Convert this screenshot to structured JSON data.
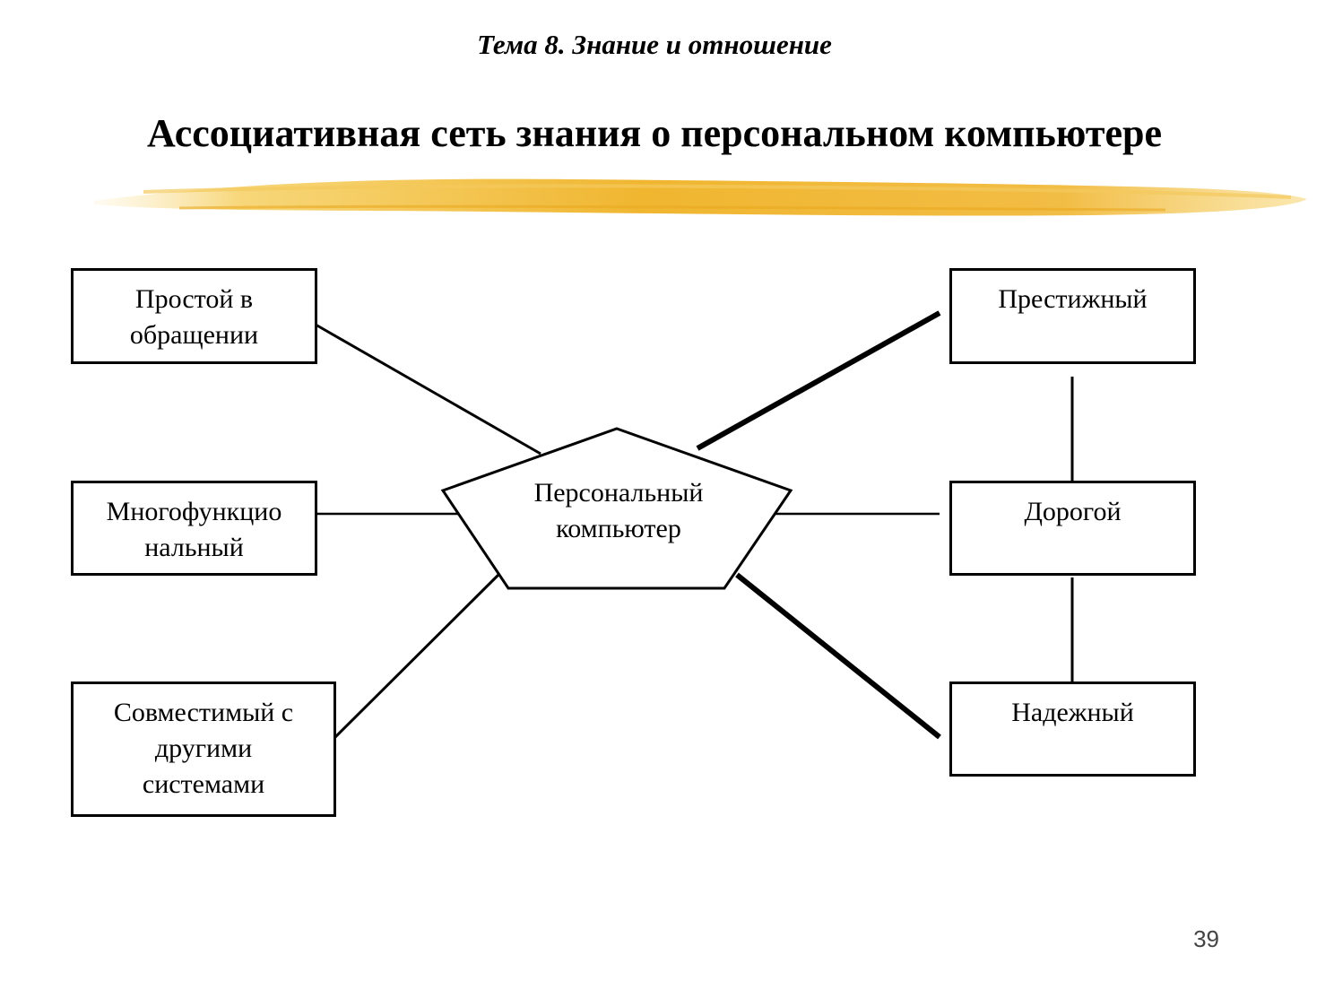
{
  "slide": {
    "subtitle": "Тема 8. Знание и отношение",
    "title": "Ассоциативная сеть знания о персональном компьютере",
    "page_number": "39"
  },
  "diagram": {
    "center": "Персональный компьютер",
    "left_nodes": [
      {
        "label": "Простой в обращении",
        "lines": [
          "Простой в",
          "обращении"
        ]
      },
      {
        "label": "Многофункциональный",
        "lines": [
          "Многофункцио",
          "нальный"
        ]
      },
      {
        "label": "Совместимый с другими системами",
        "lines": [
          "Совместимый с",
          "другими",
          "системами"
        ]
      }
    ],
    "right_nodes": [
      {
        "label": "Престижный"
      },
      {
        "label": "Дорогой"
      },
      {
        "label": "Надежный"
      }
    ],
    "links": [
      {
        "from": "Персональный компьютер",
        "to": "Простой в обращении",
        "strength": "normal"
      },
      {
        "from": "Персональный компьютер",
        "to": "Многофункциональный",
        "strength": "normal"
      },
      {
        "from": "Персональный компьютер",
        "to": "Совместимый с другими системами",
        "strength": "normal"
      },
      {
        "from": "Персональный компьютер",
        "to": "Престижный",
        "strength": "strong"
      },
      {
        "from": "Персональный компьютер",
        "to": "Дорогой",
        "strength": "normal"
      },
      {
        "from": "Персональный компьютер",
        "to": "Надежный",
        "strength": "strong"
      },
      {
        "from": "Престижный",
        "to": "Дорогой",
        "strength": "normal"
      },
      {
        "from": "Дорогой",
        "to": "Надежный",
        "strength": "normal"
      }
    ],
    "colors": {
      "brush": "#f0b630",
      "brush_light": "#f7d77a",
      "stroke": "#000000"
    }
  }
}
